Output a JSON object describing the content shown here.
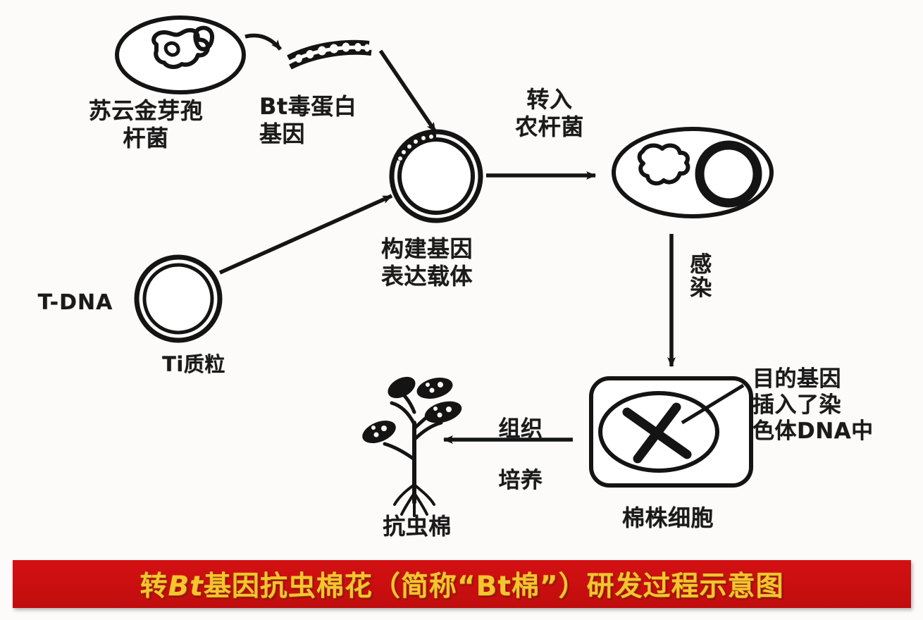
{
  "document": {
    "type": "biology-process-diagram",
    "subject": "Transgenic Bt insect-resistant cotton development process",
    "background_color": "#fcfbfa",
    "ink_color": "#1a1a1a"
  },
  "title_bar": {
    "background_color": "#cc0f10",
    "text_color": "#f7c430",
    "text_prefix": "转",
    "text_italic": "Bt",
    "text_suffix": "基因抗虫棉花（简称“Bt棉”）研发过程示意图",
    "full_text": "转Bt基因抗虫棉花（简称“Bt棉”）研发过程示意图"
  },
  "labels": {
    "bacillus": "苏云金芽孢\n杆菌",
    "bt_gene": "Bt毒蛋白\n基因",
    "t_dna": "T-DNA",
    "ti_plasmid": "Ti质粒",
    "gene_vector": "构建基因\n表达载体",
    "transfer_agrobacterium": "转入\n农杆菌",
    "infect": "感\n染",
    "gene_inserted": "目的基因\n插入了染\n色体DNA中",
    "cotton_cell": "棉株细胞",
    "tissue_culture": "组织\n培养",
    "bt_cotton": "抗虫棉"
  },
  "nodes": [
    {
      "id": "bacillus-cell",
      "shape": "ellipse",
      "label": "苏云金芽孢杆菌"
    },
    {
      "id": "bt-gene-fragment",
      "shape": "dna-ladder",
      "label": "Bt毒蛋白基因"
    },
    {
      "id": "ti-plasmid-ring",
      "shape": "double-ring",
      "label": "Ti质粒"
    },
    {
      "id": "gene-expression-vector",
      "shape": "double-ring-with-insert",
      "label": "构建基因表达载体"
    },
    {
      "id": "agrobacterium-cell",
      "shape": "ellipse-with-chromosome-and-plasmid",
      "label": "农杆菌"
    },
    {
      "id": "cotton-cell-box",
      "shape": "rounded-rect-with-nucleus",
      "label": "棉株细胞"
    },
    {
      "id": "cotton-plant",
      "shape": "seedling",
      "label": "抗虫棉"
    }
  ],
  "arrows": [
    {
      "id": "arrow-bacillus-to-gene",
      "from": "bacillus-cell",
      "to": "bt-gene-fragment",
      "label": ""
    },
    {
      "id": "arrow-gene-to-vector",
      "from": "bt-gene-fragment",
      "to": "gene-expression-vector",
      "label": ""
    },
    {
      "id": "arrow-tiplasmid-to-vector",
      "from": "ti-plasmid-ring",
      "to": "gene-expression-vector",
      "label": "构建基因表达载体"
    },
    {
      "id": "arrow-vector-to-agro",
      "from": "gene-expression-vector",
      "to": "agrobacterium-cell",
      "label": "转入农杆菌"
    },
    {
      "id": "arrow-agro-to-cell",
      "from": "agrobacterium-cell",
      "to": "cotton-cell-box",
      "label": "感染"
    },
    {
      "id": "arrow-cell-to-plant",
      "from": "cotton-cell-box",
      "to": "cotton-plant",
      "label": "组织培养"
    }
  ],
  "callout": {
    "id": "callout-gene-inserted",
    "target": "cotton-cell-nucleus",
    "text": "目的基因插入了染色体DNA中"
  }
}
